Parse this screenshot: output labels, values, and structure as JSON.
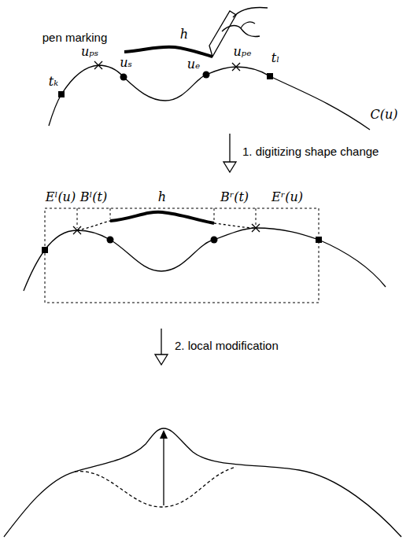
{
  "diagram": {
    "labels": [
      "pen marking",
      "h",
      "uₚₛ",
      "tₖ",
      "uₛ",
      "uₑ",
      "uₚₑ",
      "tₗ",
      "C(u)",
      "1. digitizing shape change",
      "Eˡ(u)",
      "Bˡ(t)",
      "h",
      "Bʳ(t)",
      "Eʳ(u)",
      "2. local modification"
    ]
  }
}
